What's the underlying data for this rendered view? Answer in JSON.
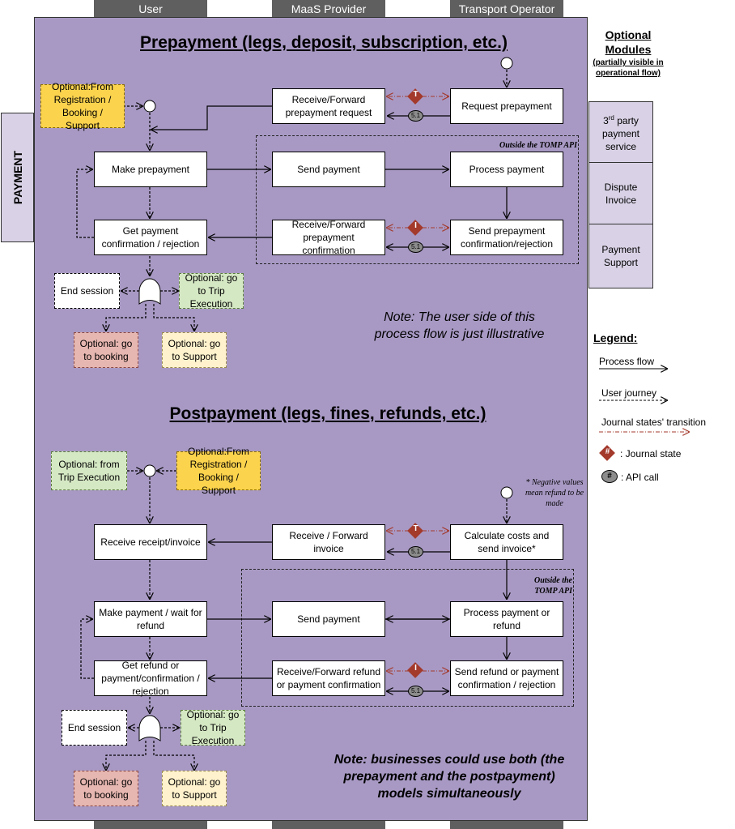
{
  "lanes": [
    "User",
    "MaaS Provider",
    "Transport Operator"
  ],
  "side_tab": "PAYMENT",
  "prepayment": {
    "title": "Prepayment (legs, deposit, subscription, etc.)",
    "opt_from_registration": "Optional:From Registration / Booking / Support",
    "receive_forward_request": "Receive/Forward prepayment request",
    "request_prepayment": "Request prepayment",
    "make_prepayment": "Make prepayment",
    "send_payment": "Send payment",
    "process_payment": "Process payment",
    "get_confirmation": "Get payment confirmation / rejection",
    "receive_forward_confirmation": "Receive/Forward prepayment confirmation",
    "send_confirmation": "Send prepayment confirmation/rejection",
    "outside_tomp": "Outside the TOMP API",
    "end_session": "End session",
    "opt_trip_execution": "Optional: go to Trip Execution",
    "opt_booking": "Optional: go to booking",
    "opt_support": "Optional: go to Support",
    "note": "Note: The user side of this process flow is just illustrative"
  },
  "postpayment": {
    "title": "Postpayment (legs, fines, refunds, etc.)",
    "opt_from_trip": "Optional: from Trip Execution",
    "opt_from_registration": "Optional:From Registration / Booking / Support",
    "negative_note": "* Negative values mean refund to be made",
    "receive_invoice": "Receive receipt/invoice",
    "receive_forward_invoice": "Receive / Forward invoice",
    "calculate_costs": "Calculate costs and send invoice*",
    "outside_tomp": "Outside the TOMP API",
    "make_payment": "Make payment / wait for refund",
    "send_payment": "Send payment",
    "process_payment_refund": "Process payment or refund",
    "get_refund": "Get refund or payment/confirmation / rejection",
    "receive_forward_refund": "Receive/Forward refund or payment confirmation",
    "send_refund": "Send refund or payment confirmation / rejection",
    "end_session": "End session",
    "opt_trip_execution": "Optional: go to Trip Execution",
    "opt_booking": "Optional: go to booking",
    "opt_support": "Optional: go to Support",
    "note": "Note: businesses could use both (the prepayment and the postpayment) models simultaneously"
  },
  "optional_modules": {
    "title": "Optional Modules",
    "subtitle": "(partially visible in operational flow)",
    "third_party_sup": "rd",
    "third_party_pre": "3",
    "third_party_post": " party payment service",
    "dispute": "Dispute Invoice",
    "support": "Payment Support"
  },
  "legend": {
    "title": "Legend:",
    "process_flow": "Process flow",
    "user_journey": "User journey",
    "journal_transition": "Journal states' transition",
    "journal_state": ": Journal state",
    "journal_state_symbol": "#",
    "api_call": ": API call",
    "api_call_symbol": "#"
  },
  "markers": {
    "t": "T",
    "i": "I",
    "api": "5.1"
  },
  "colors": {
    "panel": "#a899c4",
    "lane_tab": "#5f5f5f",
    "journal_red": "#a33a2c",
    "api_grey": "#8c8c8c",
    "optional_yellow": "#fcd34d",
    "optional_green": "#d5e8c4",
    "optional_pink": "#e6b6b0",
    "optional_cream": "#fff2cc"
  }
}
